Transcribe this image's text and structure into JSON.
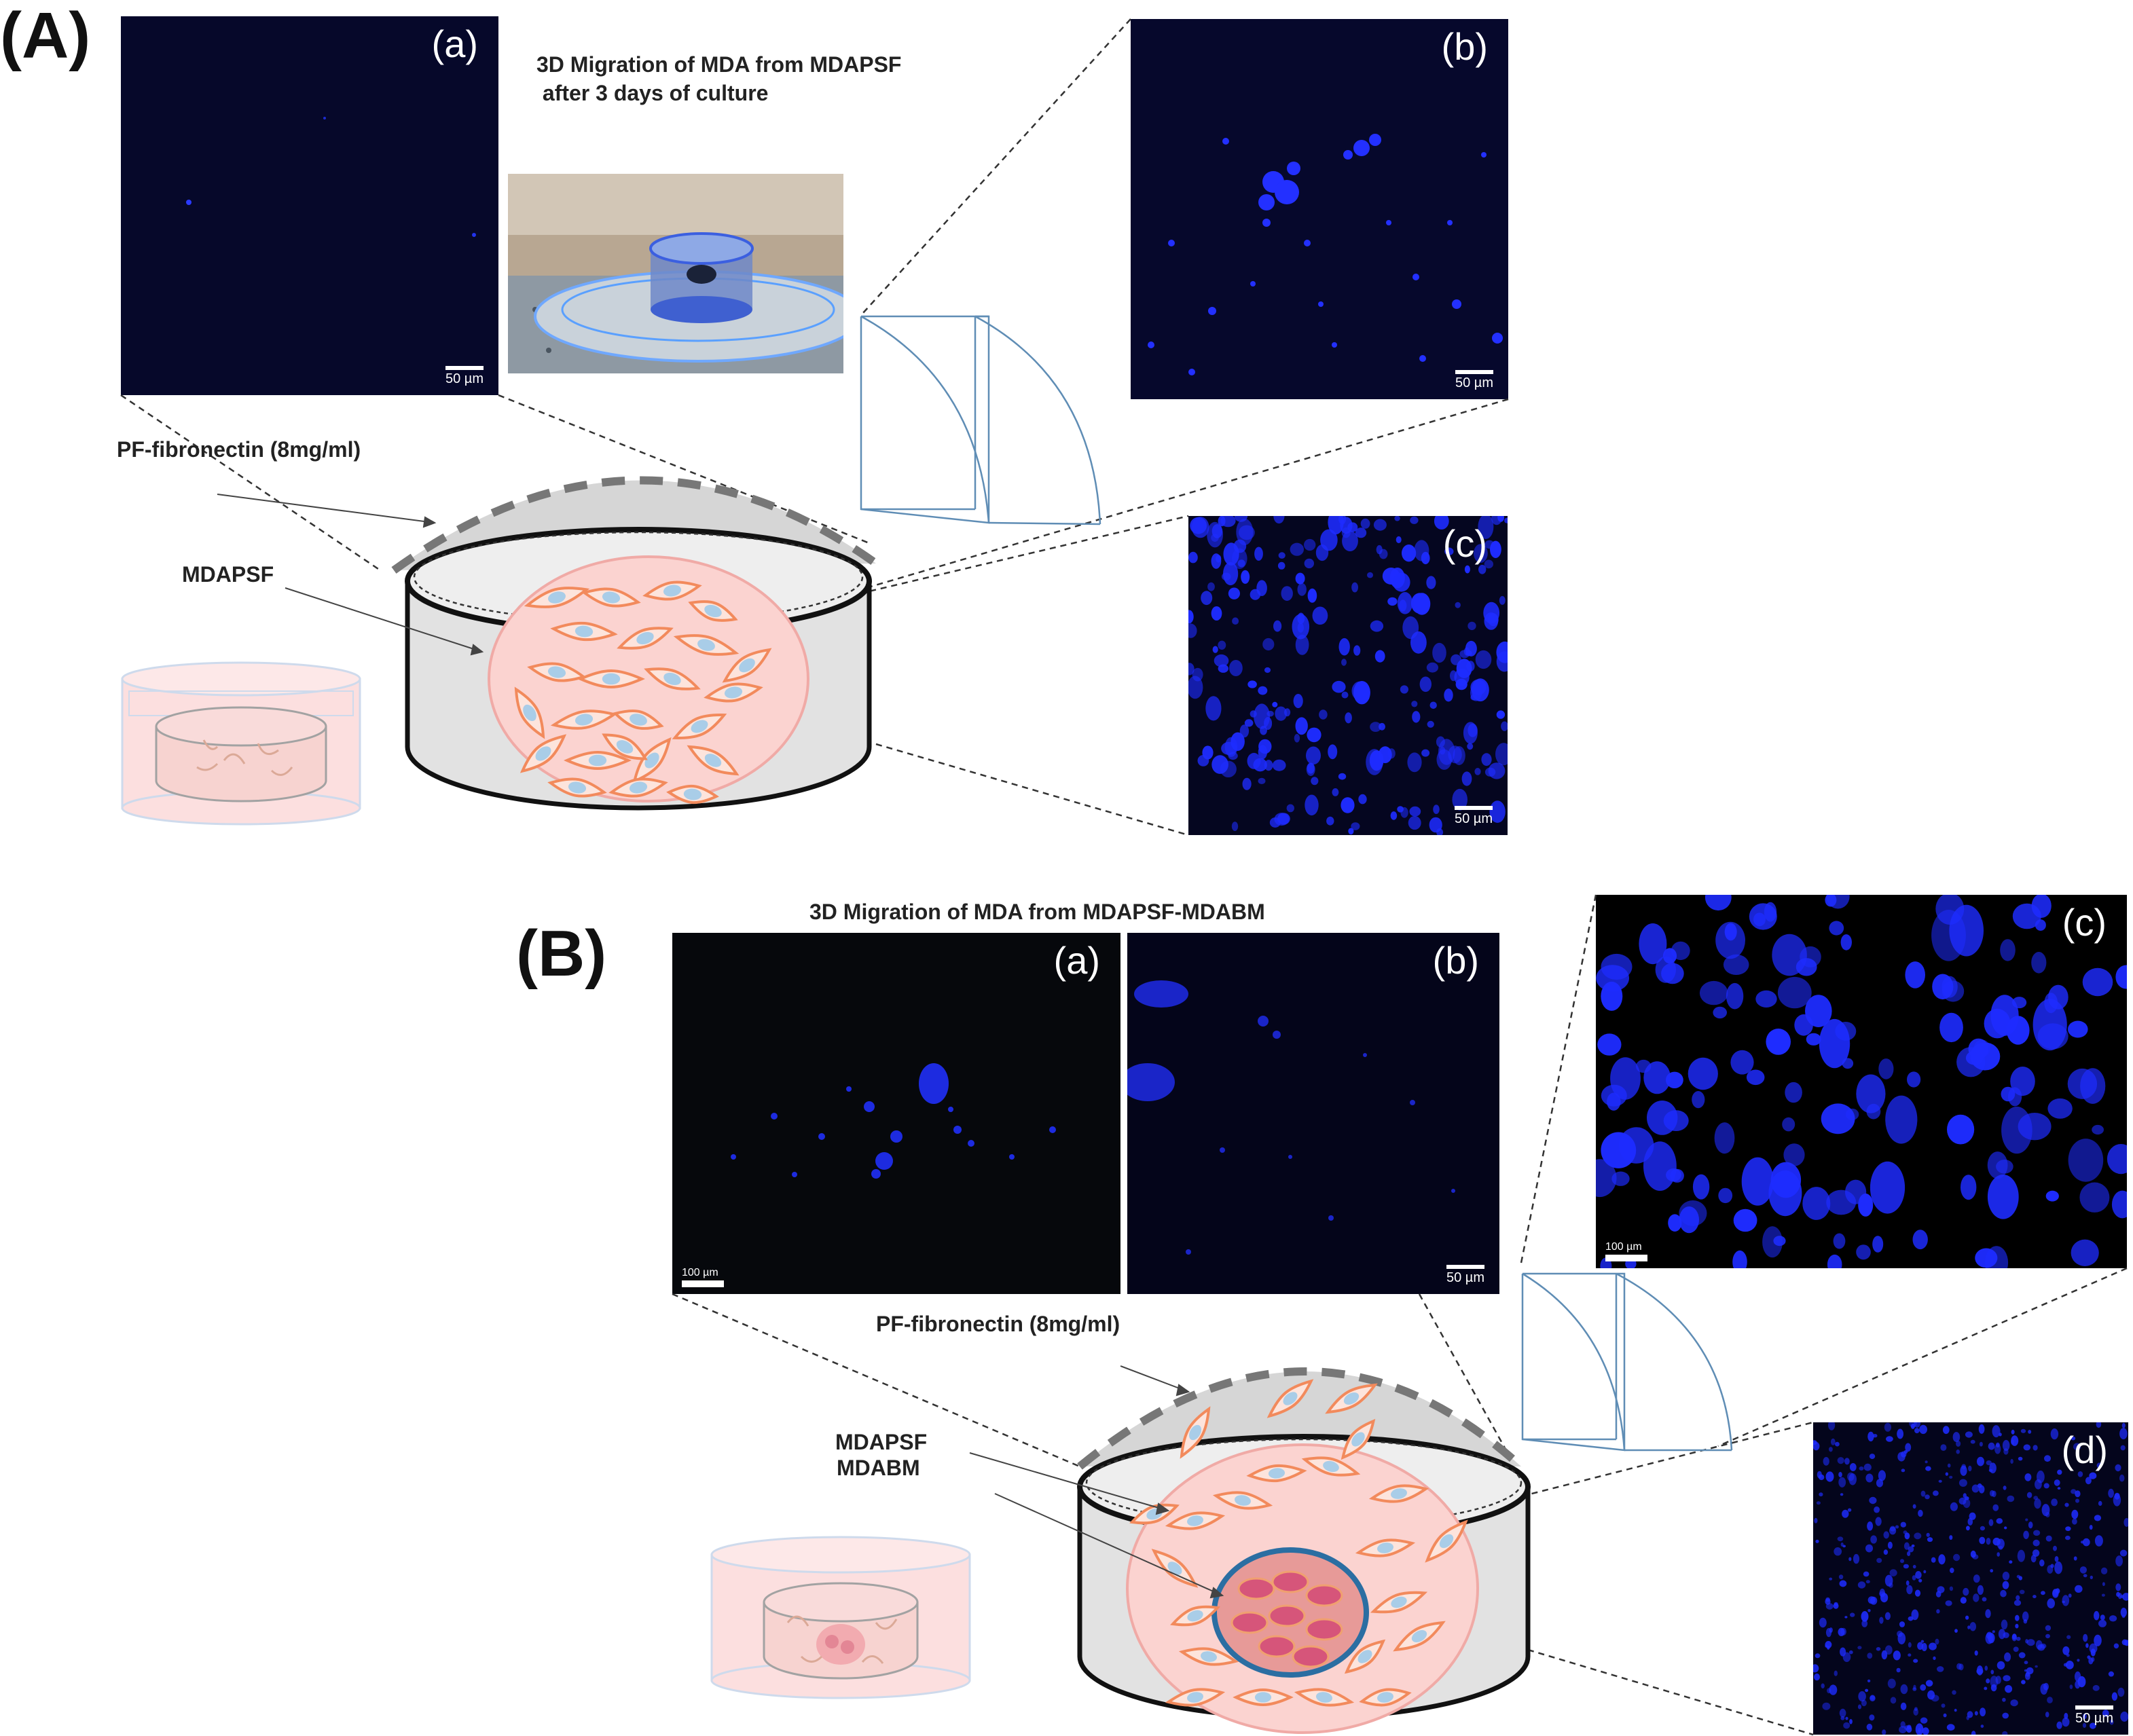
{
  "panelA": {
    "label": "(A)",
    "title_line1": "3D Migration of MDA from MDAPSF",
    "title_line2": " after 3 days of culture",
    "pf_label": "PF-fibronectin  (8mg/ml)",
    "cell_label": "MDAPSF",
    "images": [
      {
        "tag": "(a)",
        "scale": "50 µm"
      },
      {
        "tag": "(b)",
        "scale": "50 µm"
      },
      {
        "tag": "(c)",
        "scale": "50 µm"
      }
    ]
  },
  "panelB": {
    "label": "(B)",
    "title": "3D Migration of MDA from MDAPSF-MDABM",
    "pf_label": "PF-fibronectin  (8mg/ml)",
    "cell_label1": "MDAPSF",
    "cell_label2": "MDABM",
    "images": [
      {
        "tag": "(a)",
        "scale": "100 µm"
      },
      {
        "tag": "(b)",
        "scale": "50 µm"
      },
      {
        "tag": "(c)",
        "scale": "100 µm"
      },
      {
        "tag": "(d)",
        "scale": "50 µm"
      }
    ]
  },
  "colors": {
    "micro_bg": "#05051e",
    "fluor": "#1e2cff",
    "cell_fill": "#f28a5c",
    "nucleus": "#a9cde8",
    "dish_fill": "#e2e2e2",
    "gel_fill": "#fbd3d0"
  }
}
